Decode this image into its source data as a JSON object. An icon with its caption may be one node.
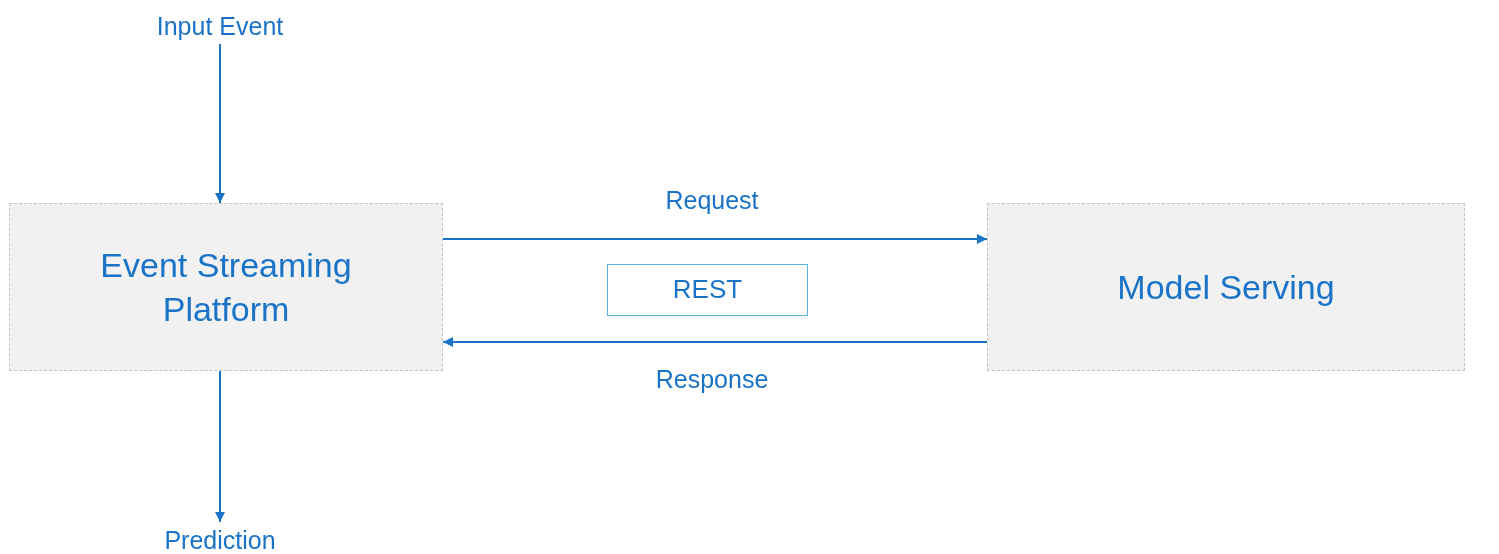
{
  "diagram": {
    "nodes": [
      {
        "text": [
          "Input Event"
        ]
      },
      {
        "text": [
          "Event Streaming Platform"
        ]
      },
      {
        "text": [
          "Model Serving"
        ]
      },
      {
        "text": [
          "REST"
        ]
      },
      {
        "text": [
          "Prediction"
        ]
      }
    ],
    "edges": [
      {
        "from": 0,
        "to": 1,
        "arrow": "to"
      },
      {
        "from": 1,
        "to": 2,
        "arrow": "to",
        "label": "Request"
      },
      {
        "from": 2,
        "to": 1,
        "arrow": "to",
        "label": "Response"
      },
      {
        "from": 1,
        "to": 4,
        "arrow": "to"
      }
    ]
  }
}
